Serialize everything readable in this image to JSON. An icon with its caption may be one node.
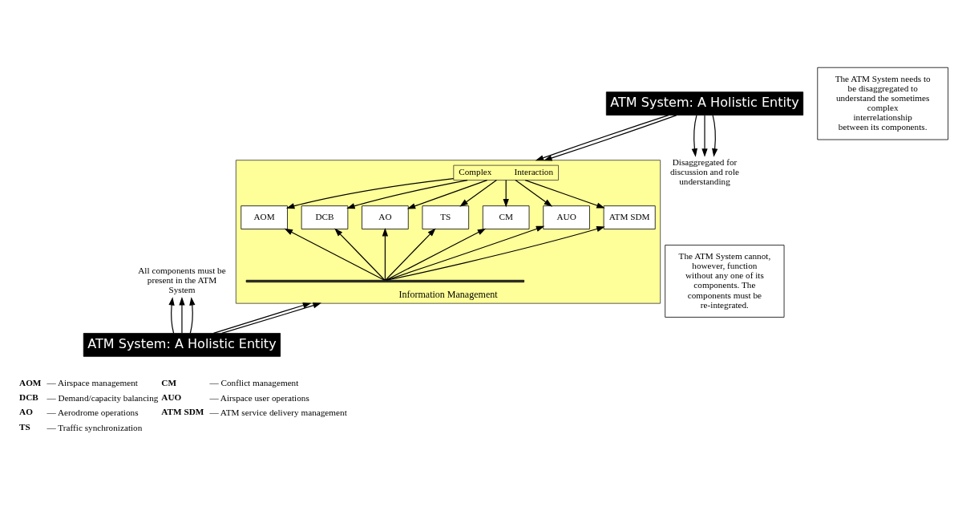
{
  "diagram": {
    "nodes": [
      {
        "text": [
          "ATM System: A Holistic Entity"
        ]
      },
      {
        "text": [
          "Disaggregated for discussion and role understanding"
        ]
      },
      {
        "text": [
          "Information Management"
        ]
      },
      {
        "text": [
          "Complex",
          "Interaction"
        ],
        "in": 2
      },
      {
        "text": [
          "AOM"
        ],
        "in": 2
      },
      {
        "text": [
          "DCB"
        ],
        "in": 2
      },
      {
        "text": [
          "AO"
        ],
        "in": 2
      },
      {
        "text": [
          "TS"
        ],
        "in": 2
      },
      {
        "text": [
          "CM"
        ],
        "in": 2
      },
      {
        "text": [
          "AUO"
        ],
        "in": 2
      },
      {
        "text": [
          "ATM SDM"
        ],
        "in": 2
      },
      {
        "text": [],
        "shape": "bar",
        "in": 2
      },
      {
        "text": [
          "ATM System: A Holistic Entity"
        ]
      },
      {
        "text": [
          "All components must be present in the ATM System"
        ]
      },
      {
        "text": [
          "The ATM System needs to be disaggregated to understand the sometimes complex interrelationship between its components."
        ]
      },
      {
        "text": [
          "The ATM System cannot, however, function without any one of its components. The components must be re-integrated."
        ]
      }
    ],
    "edges": [
      {
        "from": 0,
        "to": 2,
        "arrow": "to"
      },
      {
        "from": 0,
        "to": 1,
        "arrow": "to"
      },
      {
        "from": 0,
        "to": 1,
        "arrow": "to"
      },
      {
        "from": 0,
        "to": 1,
        "arrow": "to"
      },
      {
        "from": 0,
        "to": 2,
        "arrow": "to"
      },
      {
        "from": 3,
        "to": 4,
        "arrow": "to"
      },
      {
        "from": 3,
        "to": 5,
        "arrow": "to"
      },
      {
        "from": 3,
        "to": 6,
        "arrow": "to"
      },
      {
        "from": 3,
        "to": 7,
        "arrow": "to"
      },
      {
        "from": 3,
        "to": 8,
        "arrow": "to"
      },
      {
        "from": 3,
        "to": 9,
        "arrow": "to"
      },
      {
        "from": 3,
        "to": 10,
        "arrow": "to"
      },
      {
        "from": 11,
        "to": 4,
        "arrow": "to"
      },
      {
        "from": 11,
        "to": 5,
        "arrow": "to"
      },
      {
        "from": 11,
        "to": 6,
        "arrow": "to"
      },
      {
        "from": 11,
        "to": 7,
        "arrow": "to"
      },
      {
        "from": 11,
        "to": 8,
        "arrow": "to"
      },
      {
        "from": 11,
        "to": 9,
        "arrow": "to"
      },
      {
        "from": 11,
        "to": 10,
        "arrow": "to"
      },
      {
        "from": 12,
        "to": 2,
        "arrow": "to"
      },
      {
        "from": 12,
        "to": 13,
        "arrow": "to"
      },
      {
        "from": 12,
        "to": 13,
        "arrow": "to"
      },
      {
        "from": 12,
        "to": 13,
        "arrow": "to"
      },
      {
        "from": 12,
        "to": 2,
        "arrow": "to"
      }
    ],
    "labels": [
      "AOM",
      "— Airspace management",
      "CM",
      "— Conflict management",
      "DCB",
      "— Demand/capacity balancing",
      "AUO",
      "— Airspace user operations",
      "AO",
      "— Aerodrome operations",
      "ATM SDM",
      "— ATM service delivery management",
      "TS",
      "— Traffic synchronization"
    ]
  }
}
